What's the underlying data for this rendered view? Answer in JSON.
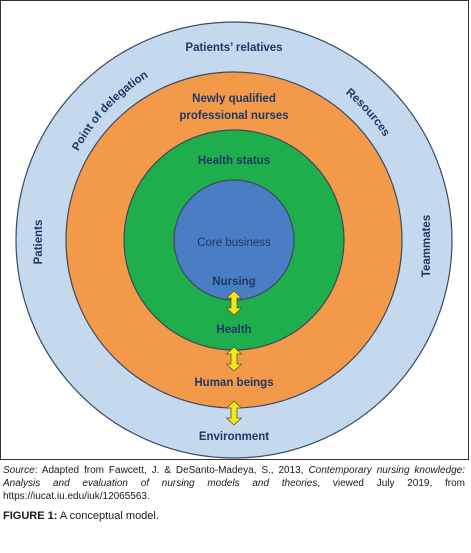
{
  "diagram": {
    "outer_ring": {
      "color": "#c5d9ee",
      "labels": {
        "top": "Patients’ relatives",
        "upper_left": "Point of delegation",
        "upper_right": "Resources",
        "left": "Patients",
        "right": "Teammates",
        "bottom": "Environment"
      }
    },
    "orange_ring": {
      "color": "#f2994a",
      "label_line1": "Newly qualified",
      "label_line2": "professional nurses",
      "bottom_label": "Human beings"
    },
    "green_ring": {
      "color": "#1fae4c",
      "label": "Health status",
      "bottom_label": "Health"
    },
    "core": {
      "color": "#4a7ec4",
      "label": "Core business",
      "bottom_label": "Nursing"
    },
    "arrow_color": "#f5e61c",
    "text_color": "#1f3864"
  },
  "caption": {
    "source_prefix": "Source",
    "source_text1": ": Adapted from Fawcett, J. & DeSanto-Madeya, S., 2013, ",
    "source_italic": "Contemporary nursing knowledge: Analysis and evaluation of nursing models and theories",
    "source_text2": ", viewed July 2019, from https://iucat.iu.edu/iuk/12065563.",
    "figure_label": "FIGURE 1:",
    "figure_title": " A conceptual model."
  }
}
